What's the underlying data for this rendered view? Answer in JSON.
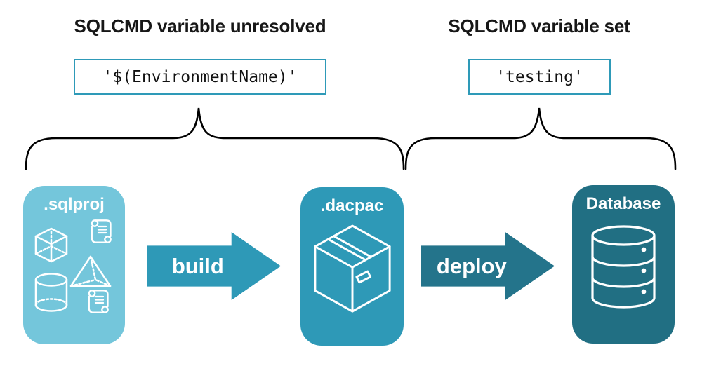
{
  "annotations": {
    "left": {
      "heading": "SQLCMD variable unresolved",
      "code": "'$(EnvironmentName)'"
    },
    "right": {
      "heading": "SQLCMD variable set",
      "code": "'testing'"
    }
  },
  "pipeline": {
    "source": {
      "label": ".sqlproj",
      "icon": "sql-objects-icon"
    },
    "artifact": {
      "label": ".dacpac",
      "icon": "package-box-icon"
    },
    "target": {
      "label": "Database",
      "icon": "database-cylinder-icon"
    },
    "build_arrow": {
      "label": "build"
    },
    "deploy_arrow": {
      "label": "deploy"
    }
  },
  "colors": {
    "background": "#ffffff",
    "sqlproj_bg": "#74c6db",
    "dacpac_bg": "#2e99b7",
    "database_bg": "#216f83",
    "build_arrow": "#2e99b7",
    "deploy_arrow": "#24748b",
    "code_box_border": "#2e9ab8",
    "brace_stroke": "#000000"
  }
}
